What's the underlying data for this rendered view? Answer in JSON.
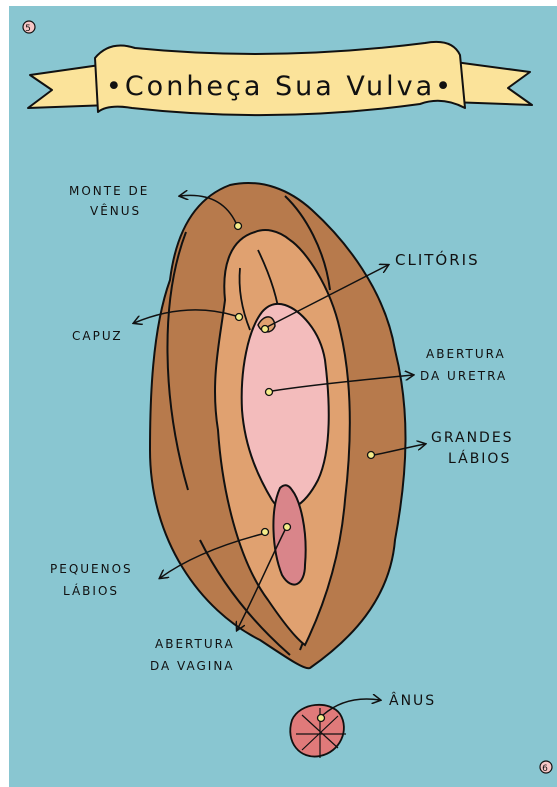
{
  "title": "•Conheça Sua Vulva•",
  "page_numbers": {
    "top": "5",
    "bottom": "6"
  },
  "labels": {
    "monte_line1": "MONTE DE",
    "monte_line2": "VÊNUS",
    "clitoris": "CLITÓRIS",
    "capuz": "CAPUZ",
    "uretra_line1": "ABERTURA",
    "uretra_line2": "DA URETRA",
    "grandes_line1": "GRANDES",
    "grandes_line2": "LÁBIOS",
    "pequenos_line1": "PEQUENOS",
    "pequenos_line2": "LÁBIOS",
    "vagina_line1": "ABERTURA",
    "vagina_line2": "DA VAGINA",
    "anus": "ÂNUS"
  },
  "colors": {
    "background": "#89c6d1",
    "banner": "#fbe39a",
    "outer_labia": "#b77a4c",
    "inner_labia": "#e0a170",
    "vestibule": "#f3bcbc",
    "vagina_opening": "#d9858a",
    "anus": "#e07a7a",
    "marker": "#f4ec8a"
  }
}
